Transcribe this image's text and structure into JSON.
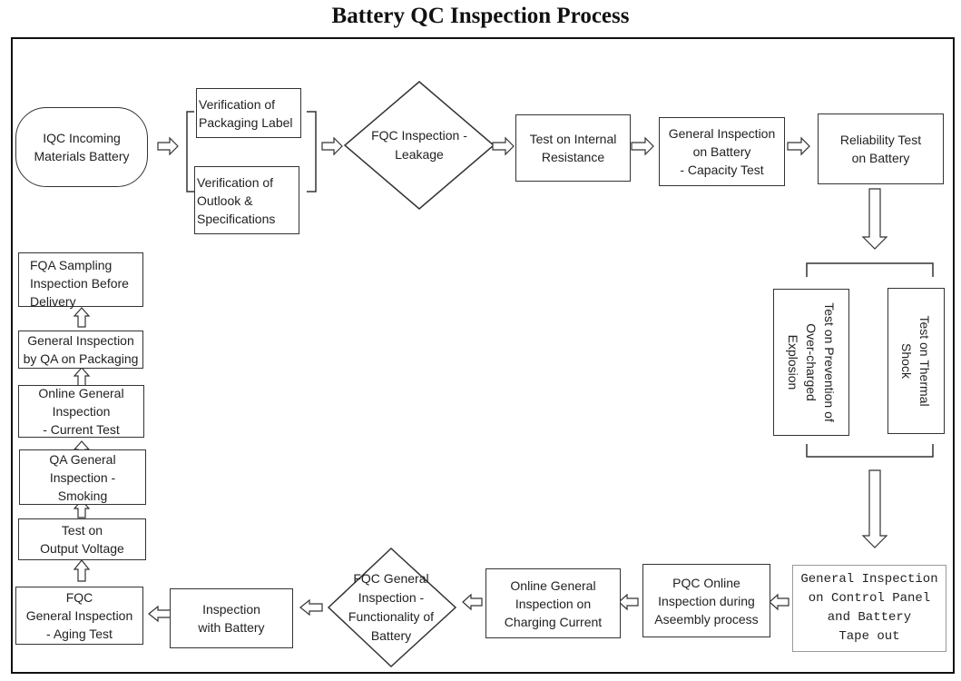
{
  "title": "Battery QC Inspection Process",
  "nodes": {
    "iqc": "IQC Incoming\nMaterials Battery",
    "packaging_label": "Verification of\nPackaging Label",
    "outlook_specs": "Verification of\nOutlook &\nSpecifications",
    "fqc_leakage": "FQC Inspection -\nLeakage",
    "internal_resistance": "Test on Internal\nResistance",
    "capacity_test": "General Inspection\non Battery\n- Capacity Test",
    "reliability_test": "Reliability Test\non Battery",
    "over_charged": "Test on Prevention of\nOver-charged\nExplosion",
    "thermal_shock": "Test on Thermal\nShock",
    "control_panel": "General Inspection\non Control Panel\nand Battery\nTape out",
    "pqc_online": "PQC Online\nInspection during\nAseembly process",
    "charging_current": "Online General\nInspection on\nCharging Current",
    "fqc_functionality": "FQC General\nInspection -\nFunctionality of\nBattery",
    "inspection_with_battery": "Inspection\nwith Battery",
    "aging_test": "FQC\nGeneral Inspection\n- Aging Test",
    "output_voltage": "Test on\nOutput Voltage",
    "smoking": "QA General\nInspection -\nSmoking",
    "current_test": "Online General\nInspection\n- Current Test",
    "qa_packaging": "General Inspection\nby QA on Packaging",
    "fqa_sampling": "FQA Sampling\nInspection Before\nDelivery"
  }
}
